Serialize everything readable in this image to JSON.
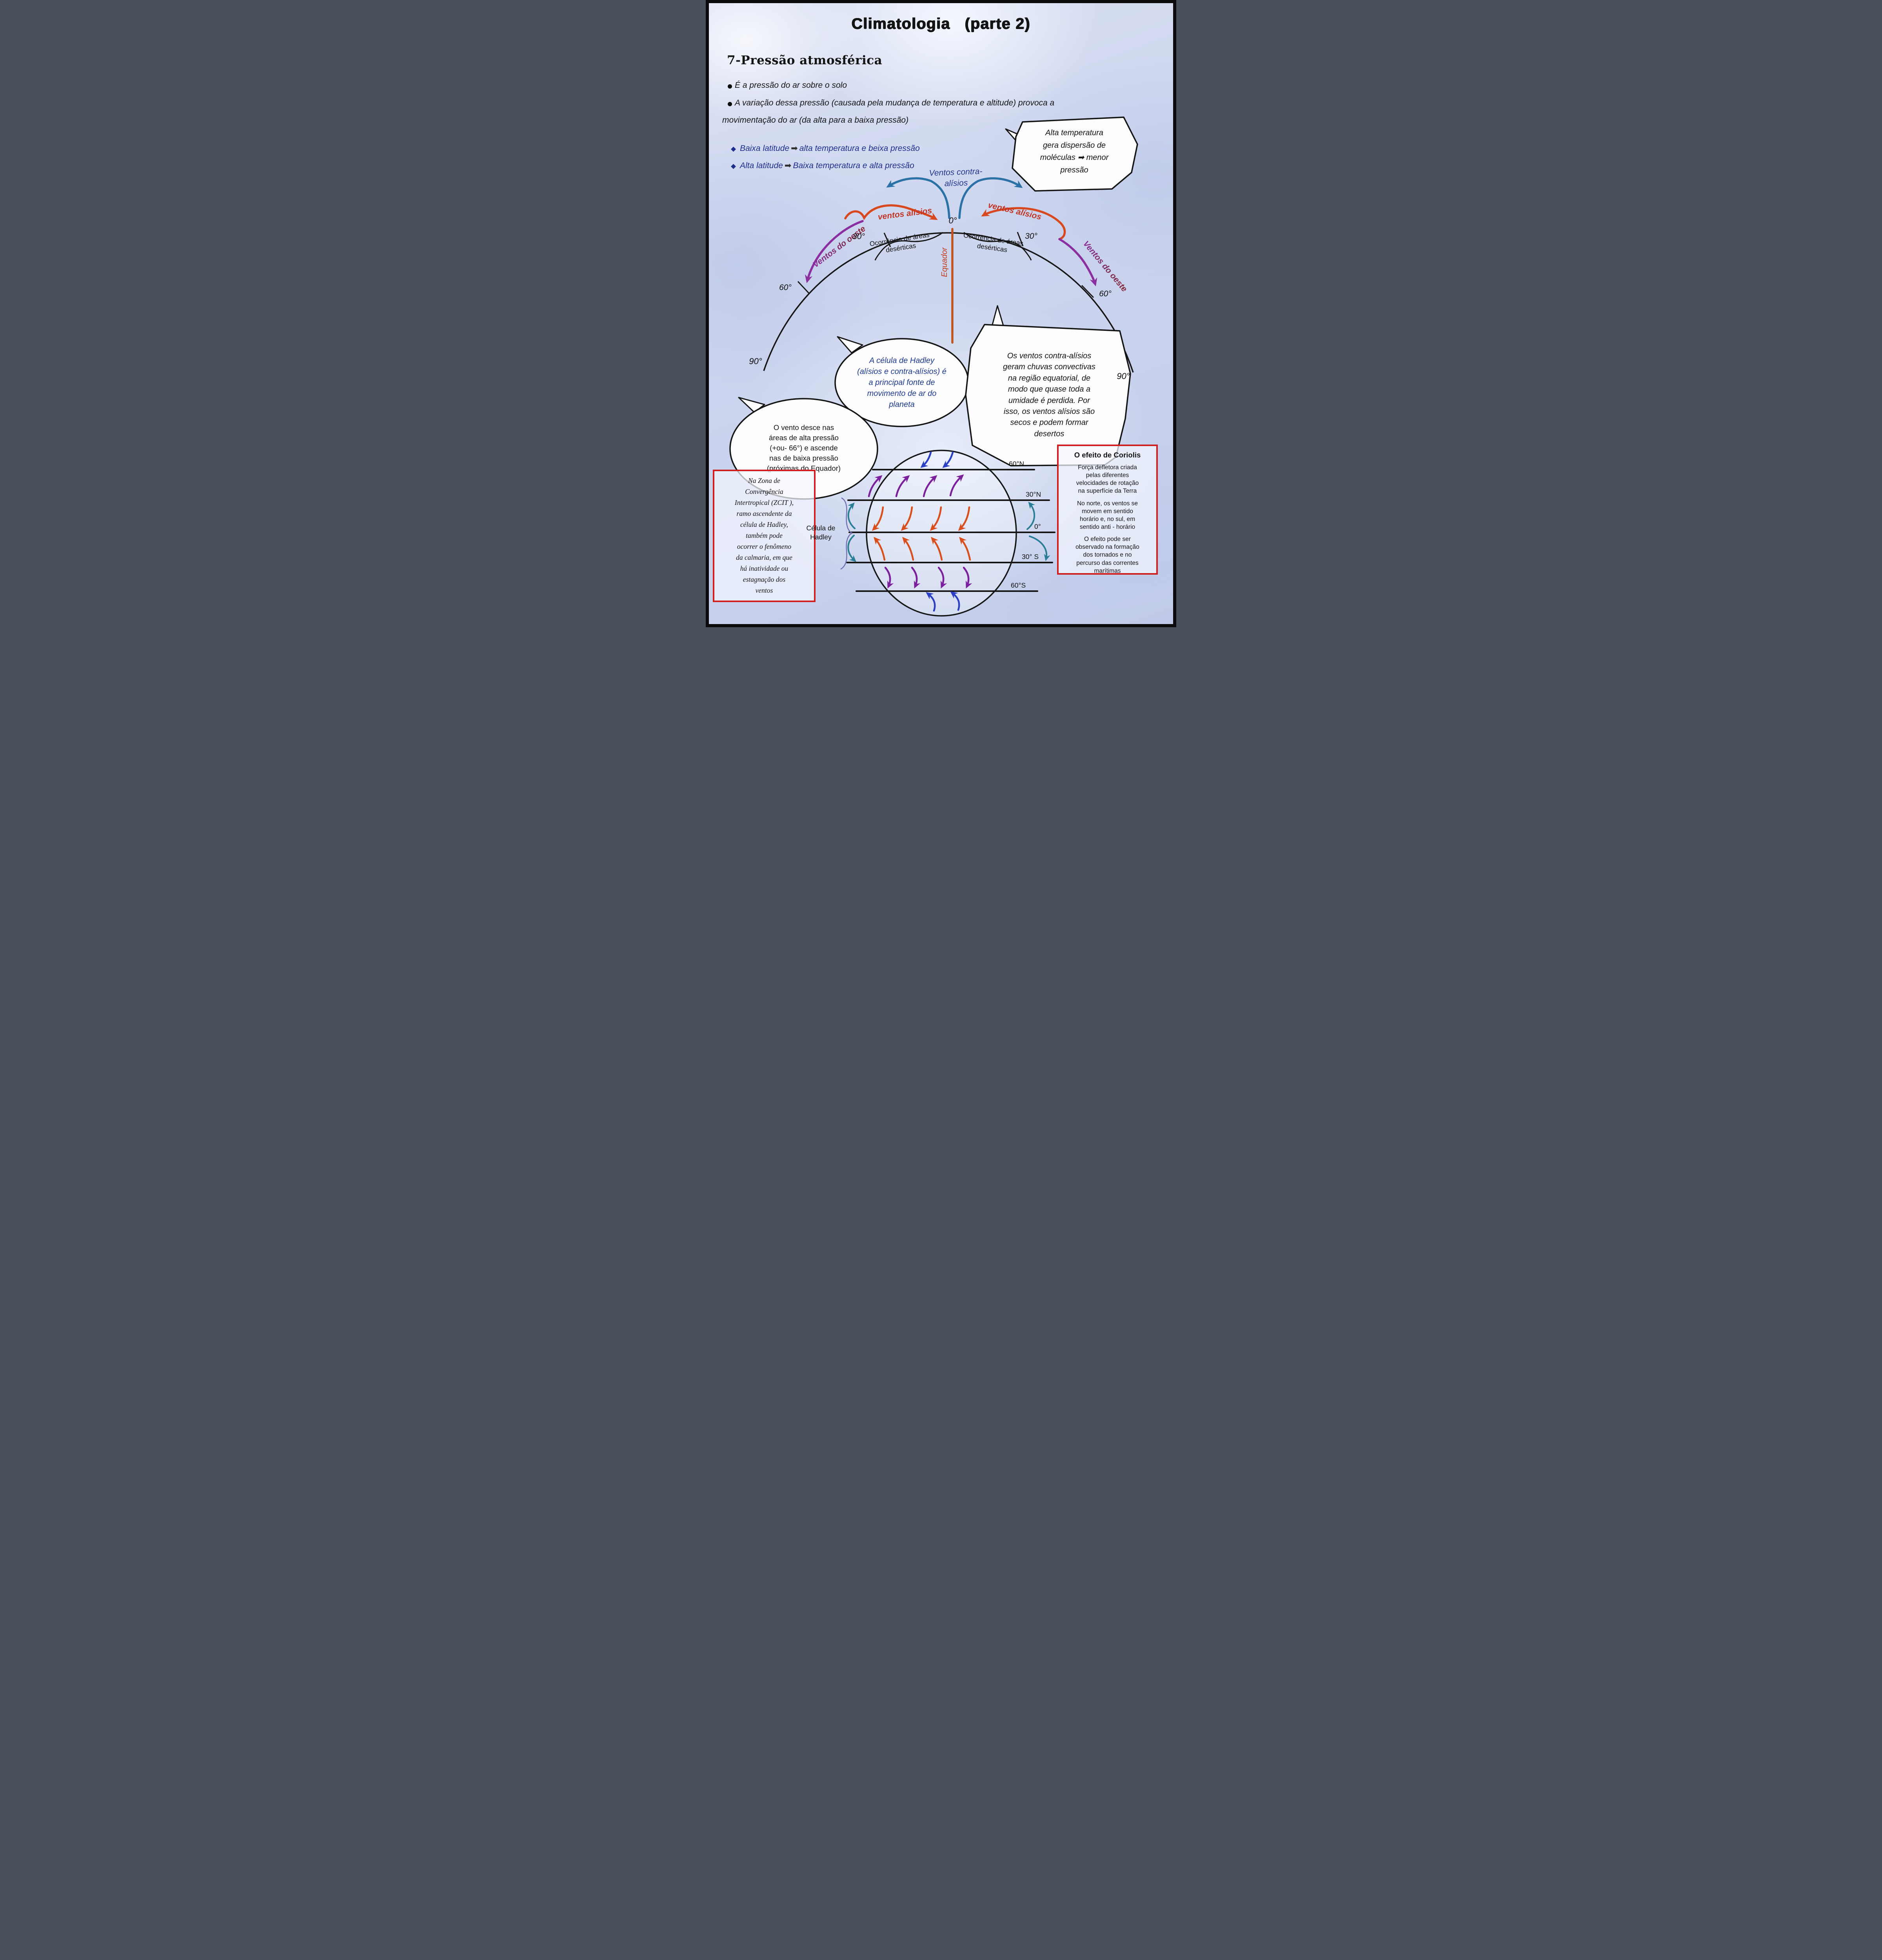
{
  "title": "Climatologia   (parte 2)",
  "markers": {
    "dot": "",
    "diamond": "◆"
  },
  "section": {
    "heading": "7-Pressão atmosférica",
    "bullet1": "É a pressão do ar sobre o solo",
    "bullet2_line1": "A variação dessa pressão (causada pela mudança de temperatura e altitude) provoca a",
    "bullet2_line2": "movimentação do ar (da alta para a baixa pressão)",
    "sub1": {
      "pre": "Baixa latitude",
      "arrow": "➡",
      "post": "alta temperatura e beixa pressão"
    },
    "sub2": {
      "pre": "Alta latitude",
      "arrow": "➡",
      "post": "Baixa temperatura e alta pressão"
    }
  },
  "bubble_temperatura": {
    "text": "Alta temperatura\ngera dispersão de\nmoléculas ➡ menor\npressão"
  },
  "diagram_top": {
    "label_contra_alisios": "Ventos contra-\nalísios",
    "label_alisios_left": "ventos alísios",
    "label_alisios_right": "ventos alísios",
    "label_oeste_left": "Ventos do oeste",
    "label_oeste_right": "Ventos do oeste",
    "lat_0": "0°",
    "lat_30_left": "30°",
    "lat_30_right": "30°",
    "lat_60_left": "60°",
    "lat_60_right": "60°",
    "lat_90_left": "90°",
    "lat_90_right": "90°",
    "equador": "Equador",
    "desert_left": "Ocorrência de áreas\ndesérticas",
    "desert_right": "Ocorrência de áreas\ndesérticas"
  },
  "bubble_hadley": {
    "text": "A célula de Hadley\n(alísios e contra-alísios) é\na principal fonte de\nmovimento de ar do\nplaneta"
  },
  "bubble_chuvas": {
    "text": "Os ventos contra-alísios\ngeram chuvas convectivas\nna região equatorial, de\nmodo que quase toda a\numidade é  perdida. Por\nisso, os ventos alísios são\nsecos e podem formar\ndesertos"
  },
  "bubble_vento_desce": {
    "text": "O vento desce nas\náreas de alta pressão\n(+ou- 66°) e ascende\nnas de baixa pressão\n(próximas do Equador)"
  },
  "box_zcit": {
    "text": "Na Zona de\nConvergência\nIntertropical (ZCIT ),\nramo ascendente da\ncélula de Hadley,\ntambém pode\nocorrer o fenômeno\nda calmaria, em que\nhá inatividade ou\nestagnação dos\nventos"
  },
  "box_coriolis": {
    "title": "O efeito de Coriolis",
    "p1": "Força defletora criada\npelas diferentes\nvelocidades de rotação\nna superfície da Terra",
    "p2": "No norte, os ventos se\nmovem em sentido\nhorário e, no sul, em\nsentido anti - horário",
    "p3": "O efeito pode ser\nobservado na formação\ndos tornados e no\npercurso das correntes\nmarítimas"
  },
  "diagram_bottom": {
    "lat_60n": "60°N",
    "lat_30n": "30°N",
    "lat_0": "0°",
    "lat_30s": "30° S",
    "lat_60s": "60°S",
    "label_celula": "Célula de\nHadley"
  },
  "colors": {
    "red_box_border": "#cf1f1f",
    "navy_text": "#1d2f8a",
    "trade_wind_red": "#d8481f",
    "counter_trade_blue": "#2a72a6",
    "westerlies_purple": "#8b2fa0",
    "equator_orange": "#bf5422",
    "hadley_cell_teal": "#2a7d96",
    "polar_arrow_blue": "#2b3fc4",
    "mid_latitude_purple": "#7c1f9c",
    "tropic_arrow_orange": "#d84e1c"
  }
}
